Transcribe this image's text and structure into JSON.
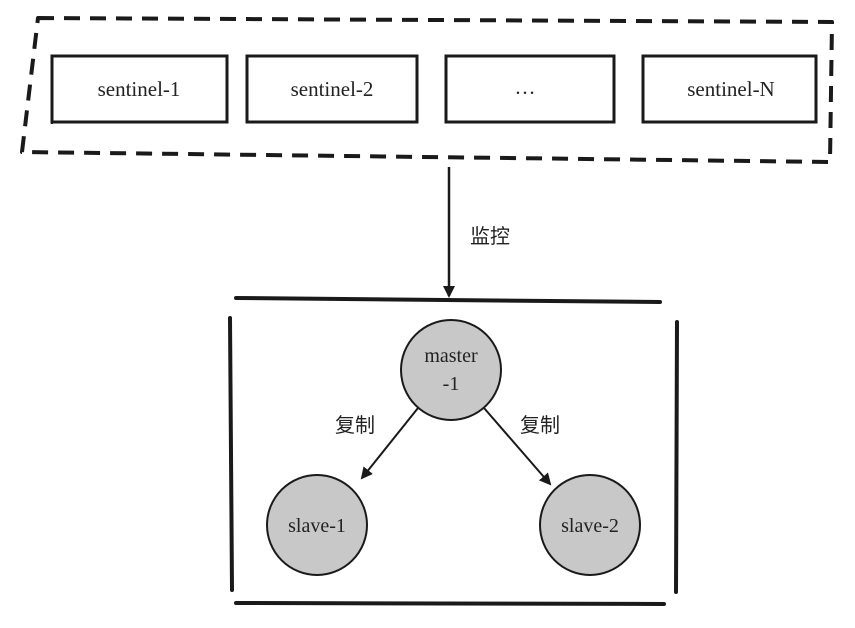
{
  "sentinels": [
    {
      "label": "sentinel-1"
    },
    {
      "label": "sentinel-2"
    },
    {
      "label": "…"
    },
    {
      "label": "sentinel-N"
    }
  ],
  "monitor_label": "监控",
  "master": {
    "line1": "master",
    "line2": "-1"
  },
  "slaves": [
    {
      "label": "slave-1"
    },
    {
      "label": "slave-2"
    }
  ],
  "replication_label": "复制",
  "colors": {
    "node_fill": "#c8c8c8",
    "stroke": "#1a1a1a"
  }
}
